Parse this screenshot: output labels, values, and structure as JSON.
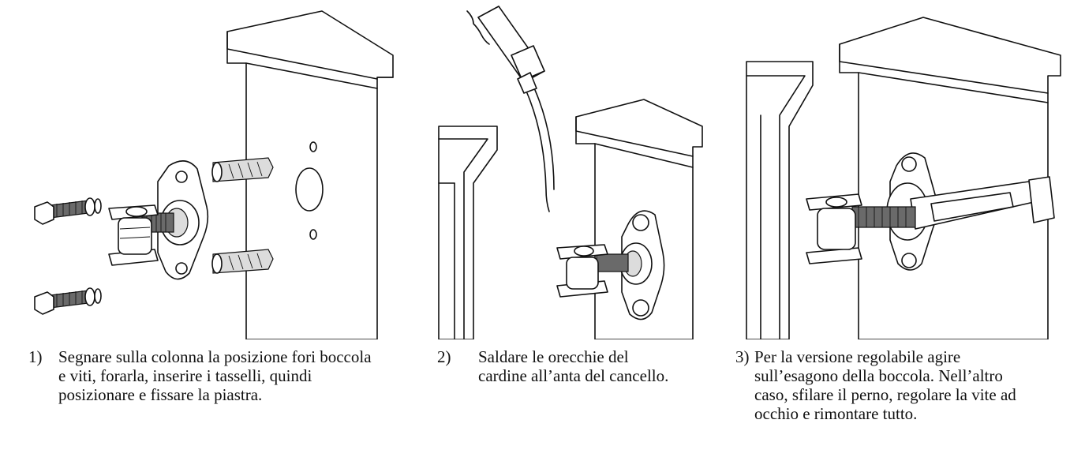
{
  "steps": [
    {
      "number": "1)",
      "text": "Segnare sulla colonna la posizione fori boccola e viti, forarla, inserire i tasselli, quindi posizionare e fissare la piastra."
    },
    {
      "number": "2)",
      "text": "Saldare le orecchie del cardine all’anta del cancello."
    },
    {
      "number": "3)",
      "text": "Per la versione regolabile agire sull’esagono della boccola. Nell’altro caso, sfilare il perno, regolare la vite ad occhio e rimontare tutto."
    }
  ]
}
